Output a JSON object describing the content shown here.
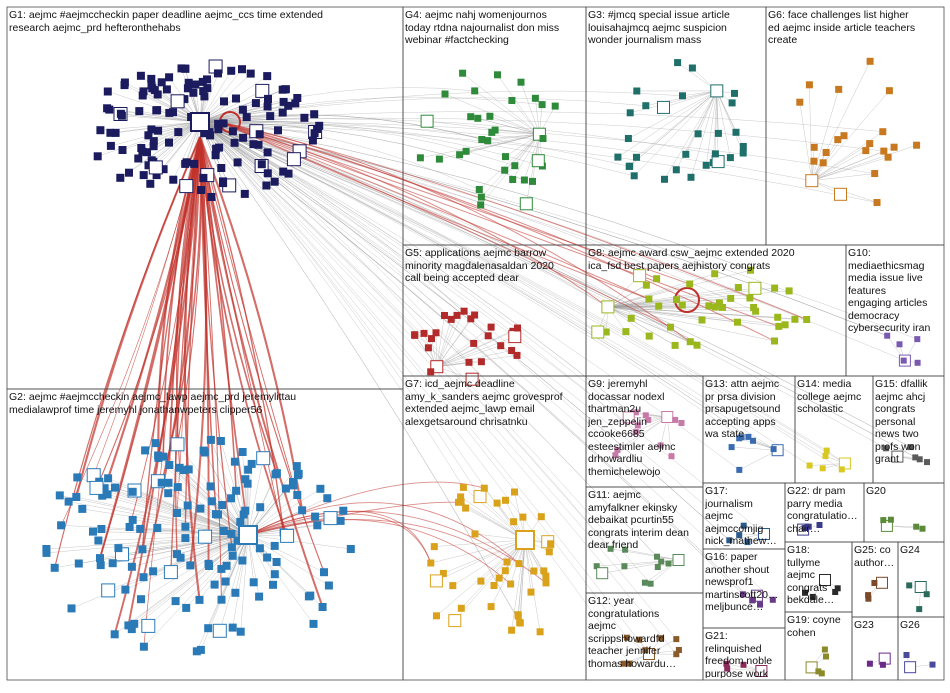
{
  "colors": {
    "box_border": "#4a4a4a",
    "edge_gray": "#9a9a9a",
    "edge_red": "#c0302a",
    "label_text": "#111111"
  },
  "groups": [
    {
      "id": "G1",
      "label": "G1: aejmc #aejmccheckin paper deadline aejmc_ccs time extended\nresearch aejmc_prd hefteronthehabs",
      "color": "#1b1b5e"
    },
    {
      "id": "G2",
      "label": "G2: aejmc #aejmccheckin aejmc_lawp aejmc_prd jeremylittau\nmedialawprof time jeremyhl jonathanwpeters clipper56",
      "color": "#2a7ab8"
    },
    {
      "id": "G3",
      "label": "G3: #jmcq special issue article\nlouisahajmcq aejmc suspicion\nwonder journalism mass",
      "color": "#1f6f6a"
    },
    {
      "id": "G4",
      "label": "G4: aejmc nahj womenjournos\ntoday rtdna najournalist don miss\nwebinar #factchecking",
      "color": "#2e8b3a"
    },
    {
      "id": "G5",
      "label": "G5: applications aejmc barrow\nminority magdalenasaldan 2020\ncall being accepted dear",
      "color": "#b22a2a"
    },
    {
      "id": "G6",
      "label": "G6: face challenges list higher\ned aejmc inside article teachers\ncreate",
      "color": "#c8781e"
    },
    {
      "id": "G7",
      "label": "G7: icd_aejmc deadline\namy_k_sanders aejmc grovesprof\nextended aejmc_lawp email\nalexgetsaround chrisatnku",
      "color": "#d9a21a"
    },
    {
      "id": "G8",
      "label": "G8: aejmc award csw_aejmc extended 2020\nica_fsd best papers aejhistory congrats",
      "color": "#9ab81c"
    },
    {
      "id": "G9",
      "label": "G9: jeremyhl\ndocassar nodexl\nthartman2u\njen_zeppelin\nccooke6685\nesteestimler aejmc\ndrhowardliu\nthemichelewojo",
      "color": "#c77aa8"
    },
    {
      "id": "G10",
      "label": "G10:\nmediaethicsmag\nmedia issue live\nfeatures\nengaging articles\ndemocracy\ncybersecurity iran",
      "color": "#7a5ab0"
    },
    {
      "id": "G11",
      "label": "G11: aejmc\namyfalkner ekinsky\ndebaikat pcurtin55\ncongrats interim dean\ndear friend",
      "color": "#5a8a5a"
    },
    {
      "id": "G12",
      "label": "G12: year\ncongratulations\naejmc\nscrippshowardfd\nteacher jennifer\nthomas howardu…",
      "color": "#8a5a2a"
    },
    {
      "id": "G13",
      "label": "G13: attn aejmc\npr prsa division\nprsapugetsound\naccepting apps\nwa state",
      "color": "#3a6ab0"
    },
    {
      "id": "G14",
      "label": "G14: media\ncollege aejmc\nscholastic",
      "color": "#d8c820"
    },
    {
      "id": "G15",
      "label": "G15: dfallik\naejmc ahcj\ncongrats\npersonal\nnews two\nprofs won\ngrant",
      "color": "#5a5a5a"
    },
    {
      "id": "G16",
      "label": "G16: paper\nanother shout\nnewsprof1\nmartinscott20…\nmeljbunce…",
      "color": "#6a3a8a"
    },
    {
      "id": "G17",
      "label": "G17:\njournalism\naejmc\naejmccomjig\nnick_mathew…",
      "color": "#2a5a8a"
    },
    {
      "id": "G18",
      "label": "G18:\ntullyme\naejmc\ncongrats\nbekdale…",
      "color": "#2a2a2a"
    },
    {
      "id": "G19",
      "label": "G19: coyne\ncohen",
      "color": "#8a8a2a"
    },
    {
      "id": "G20",
      "label": "G20",
      "color": "#5a8a3a"
    },
    {
      "id": "G21",
      "label": "G21:\nrelinquished\nfreedom noble\npurpose work",
      "color": "#8a2a5a"
    },
    {
      "id": "G22",
      "label": "G22: dr pam\nparry media\ncongratulatio…\nchair…",
      "color": "#3a3a8a"
    },
    {
      "id": "G23",
      "label": "G23",
      "color": "#6a2a8a"
    },
    {
      "id": "G24",
      "label": "G24",
      "color": "#2a6a5a"
    },
    {
      "id": "G25",
      "label": "G25: co\nauthor…",
      "color": "#7a4a2a"
    },
    {
      "id": "G26",
      "label": "G26",
      "color": "#4a4a9a"
    }
  ]
}
